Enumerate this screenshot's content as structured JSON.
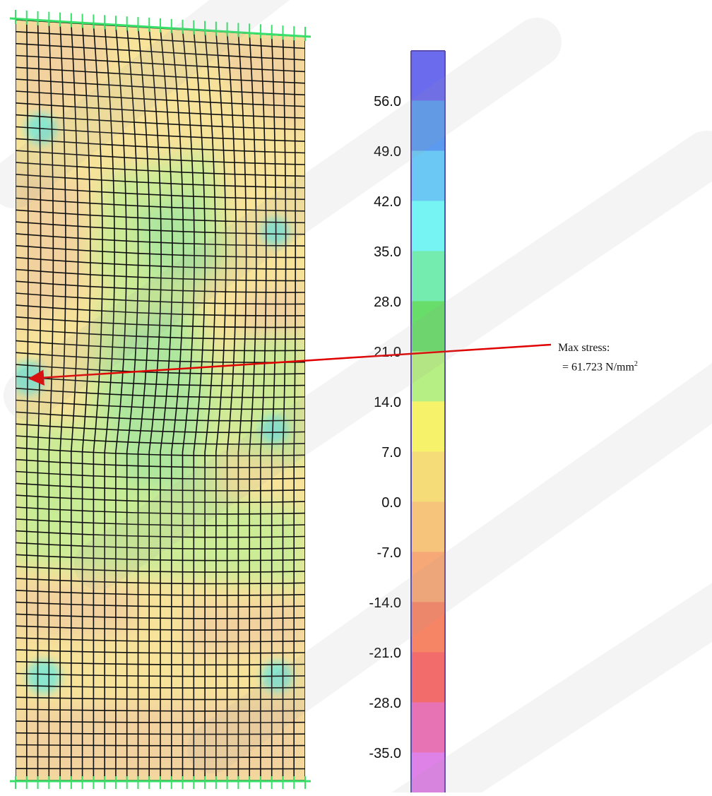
{
  "legend": {
    "ticks": [
      "56.0",
      "49.0",
      "42.0",
      "35.0",
      "28.0",
      "21.0",
      "14.0",
      "7.0",
      "0.0",
      "-7.0",
      "-14.0",
      "-21.0",
      "-28.0",
      "-35.0"
    ],
    "colors": [
      "#6b6bee",
      "#5b9aee",
      "#6bc7f3",
      "#76f3f3",
      "#74ecb0",
      "#69dd69",
      "#b6ef83",
      "#f6f36b",
      "#f6db79",
      "#f6c47a",
      "#f6a877",
      "#f68566",
      "#f26c6c",
      "#e873b4",
      "#df82e8"
    ]
  },
  "annotation": {
    "title": "Max stress:",
    "prefix": "=  61.723 N/mm",
    "superscript": "2",
    "arrow_color": "#e00000"
  },
  "contour_colors": {
    "base": "#f7e39a",
    "light_green": "#c8ec96",
    "green": "#abe59f",
    "orange": "#f1cfa0",
    "cyan": "#83e6d2",
    "mesh": "#111111",
    "support": "#38e06a"
  }
}
